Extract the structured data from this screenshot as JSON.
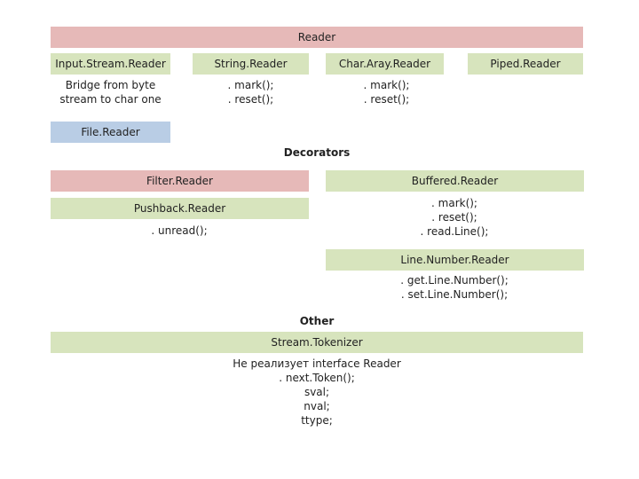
{
  "root": {
    "label": "Reader"
  },
  "readers": [
    {
      "label": "Input.Stream.Reader",
      "notes": [
        "Bridge from byte",
        "stream to char one"
      ]
    },
    {
      "label": "String.Reader",
      "notes": [
        ". mark();",
        ". reset();"
      ]
    },
    {
      "label": "Char.Aray.Reader",
      "notes": [
        ". mark();",
        ". reset();"
      ]
    },
    {
      "label": "Piped.Reader",
      "notes": []
    }
  ],
  "file_reader": {
    "label": "File.Reader"
  },
  "decorators": {
    "heading": "Decorators",
    "filter_reader": {
      "label": "Filter.Reader"
    },
    "pushback_reader": {
      "label": "Pushback.Reader",
      "notes": [
        ". unread();"
      ]
    },
    "buffered_reader": {
      "label": "Buffered.Reader",
      "notes": [
        ". mark();",
        ". reset();",
        ". read.Line();"
      ]
    },
    "line_number_reader": {
      "label": "Line.Number.Reader",
      "notes": [
        ". get.Line.Number();",
        ". set.Line.Number();"
      ]
    }
  },
  "other": {
    "heading": "Other",
    "stream_tokenizer": {
      "label": "Stream.Tokenizer",
      "notes": [
        "Не реализует interface Reader",
        ". next.Token();",
        "sval;",
        "nval;",
        "ttype;"
      ]
    }
  },
  "colors": {
    "pink": "#e6b9b8",
    "green": "#d7e4bd",
    "blue": "#b9cde5"
  }
}
